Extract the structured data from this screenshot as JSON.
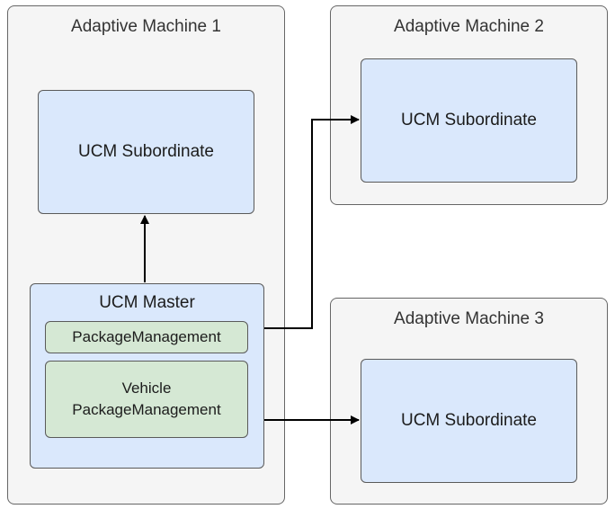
{
  "machine1": {
    "title": "Adaptive Machine 1",
    "subordinate_label": "UCM Subordinate",
    "master": {
      "title": "UCM Master",
      "package_management_label": "PackageManagement",
      "vehicle_package_management_line1": "Vehicle",
      "vehicle_package_management_line2": "PackageManagement"
    }
  },
  "machine2": {
    "title": "Adaptive Machine 2",
    "subordinate_label": "UCM Subordinate"
  },
  "machine3": {
    "title": "Adaptive Machine 3",
    "subordinate_label": "UCM Subordinate"
  },
  "colors": {
    "subordinate_fill": "#dae8fc",
    "master_fill": "#dae8fc",
    "package_fill": "#d5e8d4",
    "machine_fill": "#f5f5f5",
    "connector": "#000000"
  }
}
